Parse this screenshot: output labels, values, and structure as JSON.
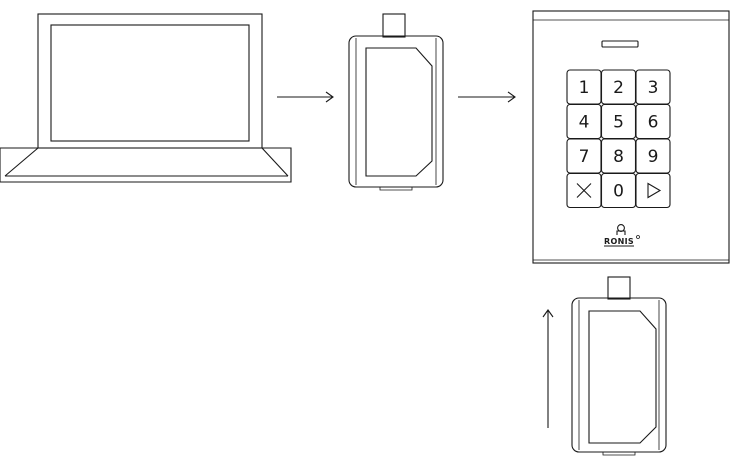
{
  "keypad": {
    "keys": [
      "1",
      "2",
      "3",
      "4",
      "5",
      "6",
      "7",
      "8",
      "9",
      "clear-key",
      "0",
      "enter-key"
    ],
    "brand": "RONIS",
    "logo": "ronis-logo-icon"
  },
  "icons": {
    "laptop": "laptop-icon",
    "key_fob": "usb-programmer-icon",
    "keypad": "keypad-lock-icon",
    "arrow": "arrow-icon"
  },
  "colors": {
    "line": "#1a1a1a",
    "background": "#ffffff"
  }
}
